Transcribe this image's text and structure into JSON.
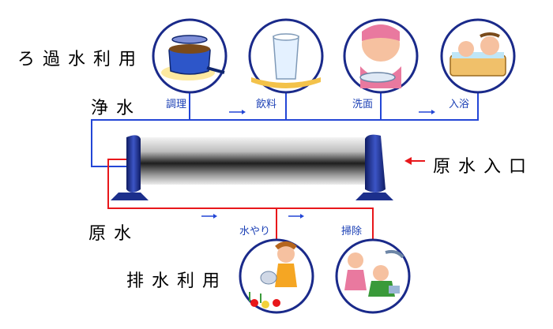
{
  "labels": {
    "filtered_use": "ろ過水利用",
    "clean_water": "浄水",
    "raw_water": "原水",
    "raw_water_inlet": "原水入口",
    "drain_use": "排水利用"
  },
  "filtered_uses": [
    {
      "label": "調理",
      "icon": "cooking-pot-icon"
    },
    {
      "label": "飲料",
      "icon": "water-glass-icon"
    },
    {
      "label": "洗面",
      "icon": "face-washing-icon"
    },
    {
      "label": "入浴",
      "icon": "bathing-icon"
    }
  ],
  "drain_uses": [
    {
      "label": "水やり",
      "icon": "watering-plants-icon"
    },
    {
      "label": "掃除",
      "icon": "cleaning-icon"
    }
  ],
  "colors": {
    "clean_line": "#2346d6",
    "raw_line": "#e8171b",
    "label_text": "#1a3fb5",
    "cap_blue": "#1c2f8c"
  }
}
